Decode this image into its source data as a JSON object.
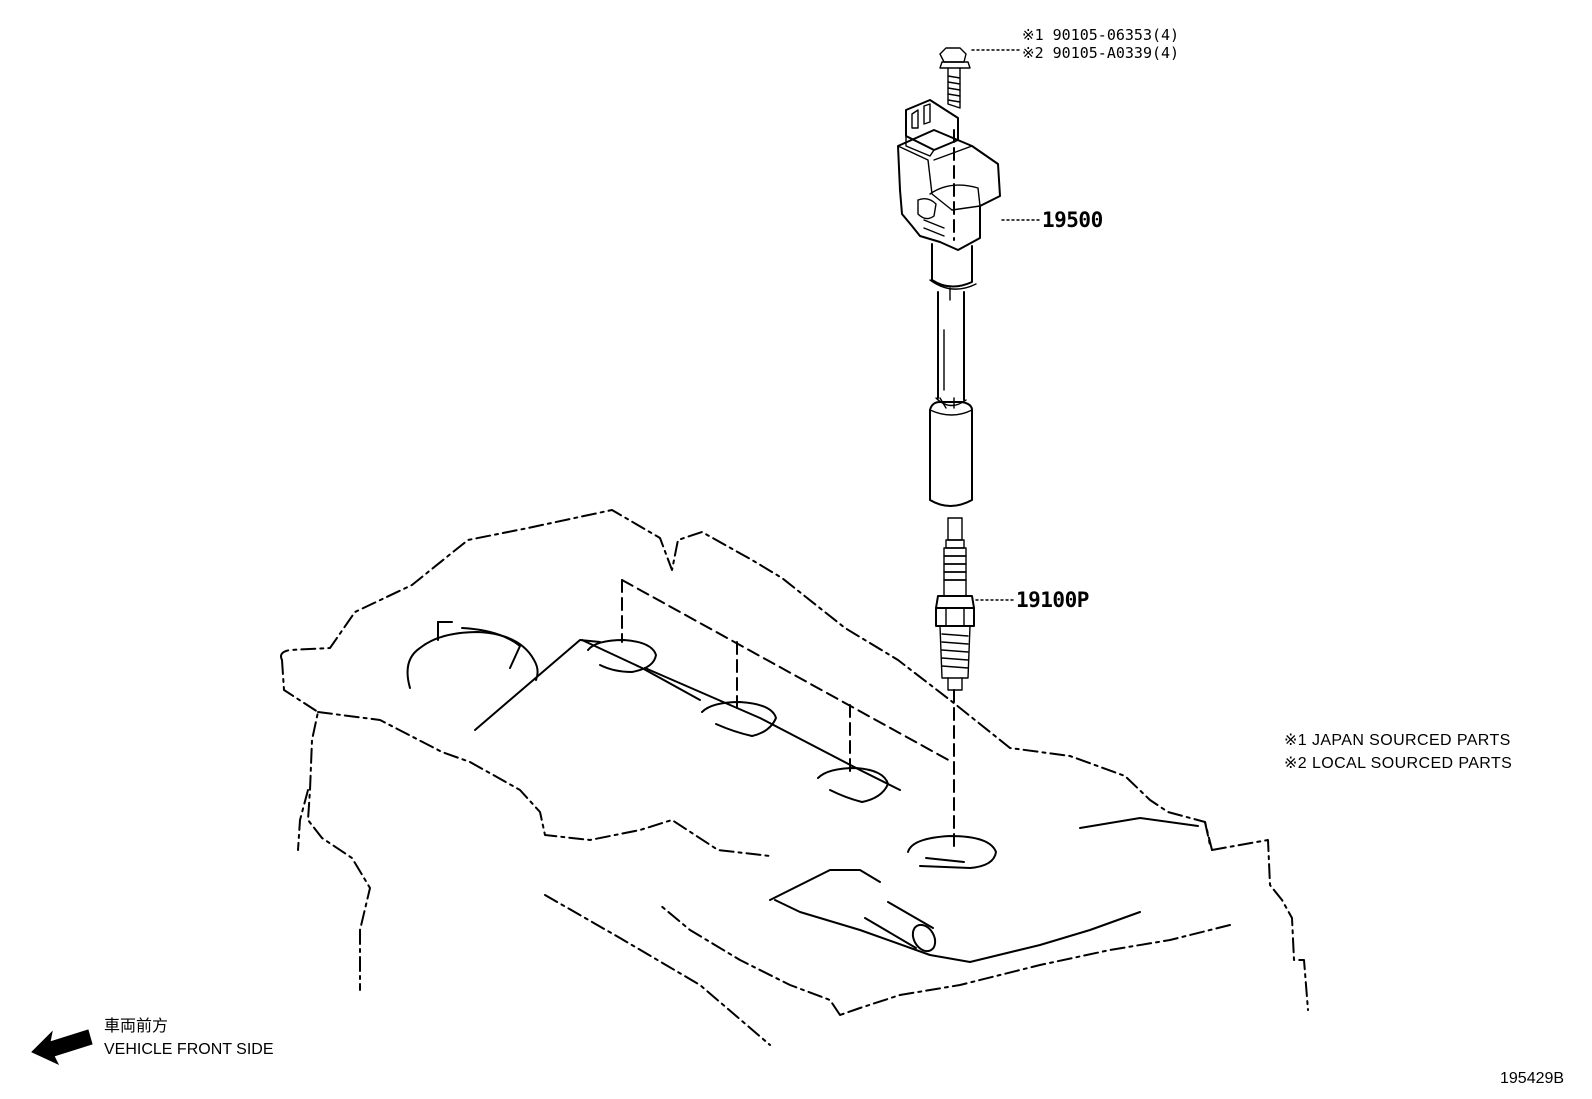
{
  "callouts": {
    "coil": "19500",
    "spark_plug": "19100P"
  },
  "bolt": {
    "part_1": "※1 90105-06353(4)",
    "part_2": "※2 90105-A0339(4)"
  },
  "notes": {
    "note_1": "※1 JAPAN SOURCED PARTS",
    "note_2": "※2 LOCAL SOURCED PARTS"
  },
  "direction": {
    "label_ja": "車両前方",
    "label_en": "VEHICLE FRONT SIDE",
    "icon": "arrow-left-icon"
  },
  "figure_id": "195429B"
}
